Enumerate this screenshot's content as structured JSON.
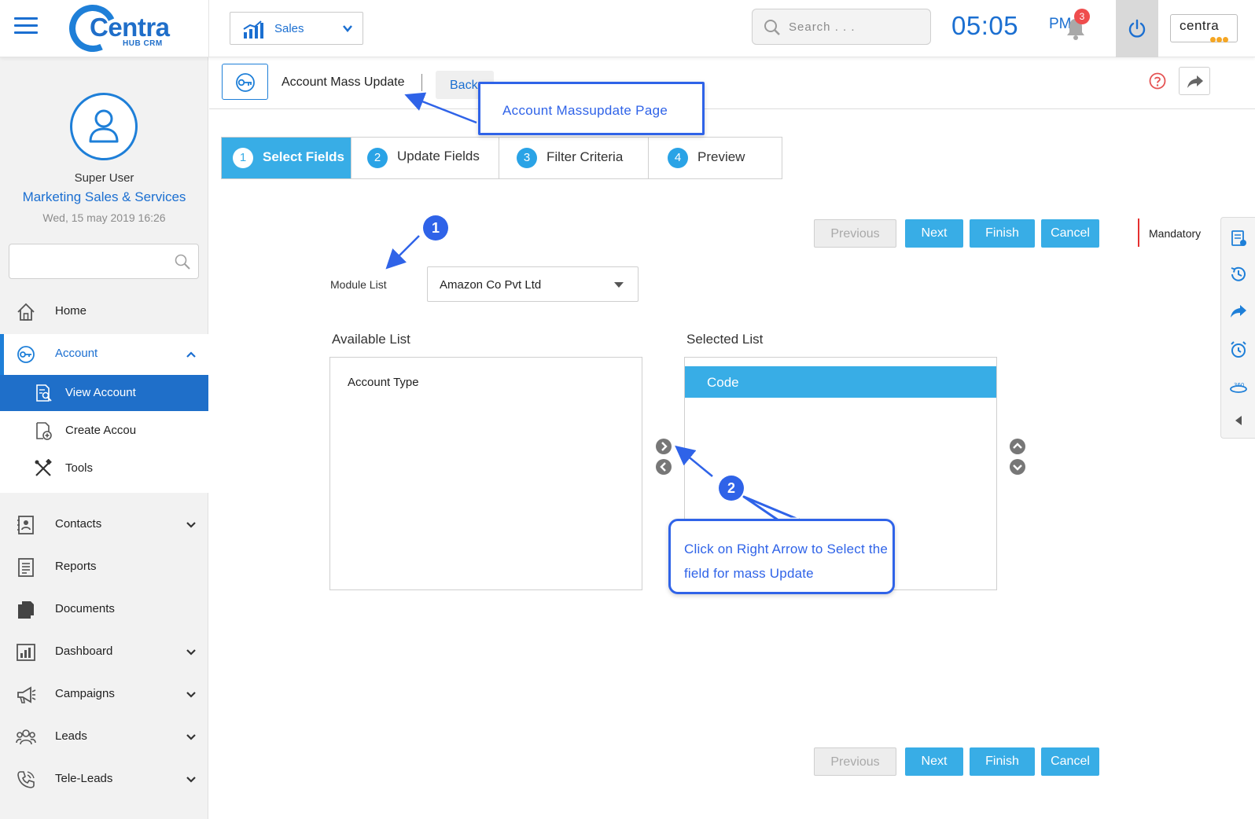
{
  "header": {
    "logo": {
      "word": "Centra",
      "sub": "HUB CRM"
    },
    "module_selector": "Sales",
    "search_placeholder": "Search . . .",
    "clock": {
      "time": "05:05",
      "ampm": "PM"
    },
    "notification_count": "3",
    "brand_badge": "centra"
  },
  "sidebar": {
    "user": {
      "name": "Super User",
      "dept": "Marketing Sales & Services",
      "date": "Wed, 15 may 2019 16:26"
    },
    "nav": [
      {
        "label": "Home",
        "icon": "home-icon"
      },
      {
        "label": "Account",
        "icon": "key-icon",
        "expanded": true
      },
      {
        "label": "Contacts",
        "icon": "contacts-icon"
      },
      {
        "label": "Reports",
        "icon": "reports-icon"
      },
      {
        "label": "Documents",
        "icon": "documents-icon"
      },
      {
        "label": "Dashboard",
        "icon": "dashboard-icon"
      },
      {
        "label": "Campaigns",
        "icon": "megaphone-icon"
      },
      {
        "label": "Leads",
        "icon": "leads-icon"
      },
      {
        "label": "Tele-Leads",
        "icon": "phone-icon"
      }
    ],
    "account_sub": [
      {
        "label": "View Account",
        "icon": "view-document-icon",
        "active": true
      },
      {
        "label": "Create Accou",
        "icon": "add-document-icon"
      },
      {
        "label": "Tools",
        "icon": "tools-icon"
      }
    ]
  },
  "content": {
    "title": "Account Mass Update",
    "back_label": "Back",
    "steps": [
      {
        "num": "1",
        "label": "Select Fields",
        "active": true
      },
      {
        "num": "2",
        "label": "Update Fields"
      },
      {
        "num": "3",
        "label": "Filter Criteria"
      },
      {
        "num": "4",
        "label": "Preview"
      }
    ],
    "buttons": {
      "previous": "Previous",
      "next": "Next",
      "finish": "Finish",
      "cancel": "Cancel"
    },
    "mandatory_label": "Mandatory",
    "module_list_label": "Module List",
    "module_list_value": "Amazon Co Pvt Ltd",
    "available_title": "Available List",
    "available_items": [
      "Account Type"
    ],
    "selected_title": "Selected List",
    "selected_items": [
      "Code"
    ]
  },
  "annotations": {
    "page_callout": "Account Massupdate Page",
    "badge_1": "1",
    "badge_2": "2",
    "tip_callout": "Click on Right Arrow to Select the field for mass Update"
  },
  "colors": {
    "accent": "#38ade6",
    "brand_blue": "#1f6fc9",
    "annotation_blue": "#2f63e8",
    "badge_red": "#ef4d4d"
  }
}
